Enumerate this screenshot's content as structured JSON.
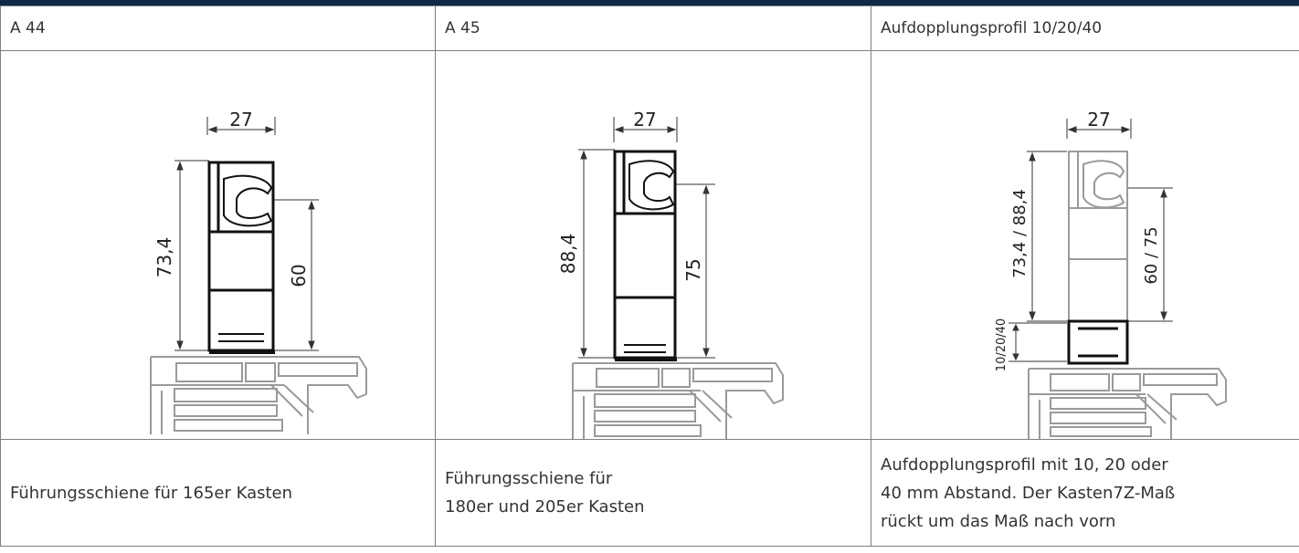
{
  "table": {
    "columns": [
      {
        "header": "A 44",
        "dimensions": {
          "width": "27",
          "height_total": "73,4",
          "height_inner": "60"
        },
        "description_lines": [
          "Führungsschiene für 165er Kasten"
        ]
      },
      {
        "header": "A 45",
        "dimensions": {
          "width": "27",
          "height_total": "88,4",
          "height_inner": "75"
        },
        "description_lines": [
          "Führungsschiene für",
          "180er und 205er Kasten"
        ]
      },
      {
        "header": "Aufdopplungsprofil 10/20/40",
        "dimensions": {
          "width": "27",
          "height_total": "73,4 / 88,4",
          "height_inner": "60 / 75",
          "spacer": "10/20/40"
        },
        "description_lines": [
          "Aufdopplungsprofil mit 10, 20 oder",
          "40 mm Abstand. Der Kasten7Z-Maß",
          "rückt um das Maß nach vorn"
        ]
      }
    ]
  }
}
